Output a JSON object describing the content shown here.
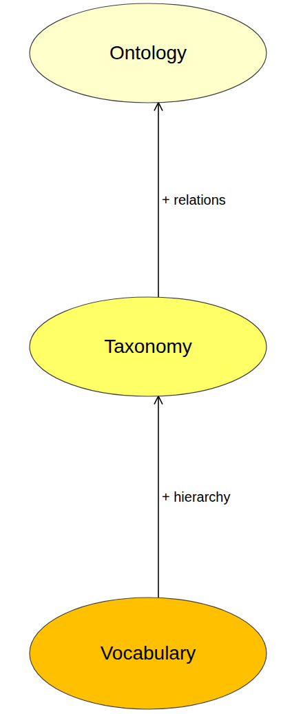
{
  "diagram": {
    "nodes": [
      {
        "text": [
          "Ontology"
        ]
      },
      {
        "text": [
          "Taxonomy"
        ]
      },
      {
        "text": [
          "Vocabulary"
        ]
      }
    ],
    "edges": [
      {
        "from": 1,
        "to": 0,
        "arrow": "to",
        "label": "+ relations"
      },
      {
        "from": 2,
        "to": 1,
        "arrow": "to",
        "label": "+ hierarchy"
      }
    ]
  }
}
